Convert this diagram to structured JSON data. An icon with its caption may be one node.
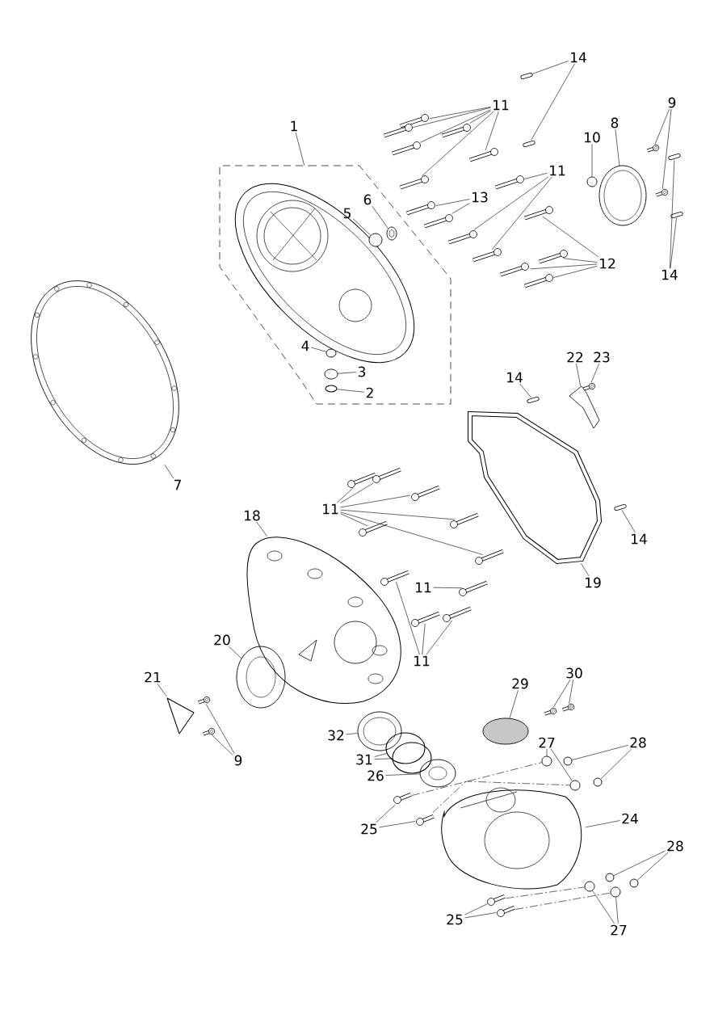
{
  "diagram": {
    "nodes": [
      {
        "text": [
          "14"
        ]
      },
      {
        "text": [
          "11"
        ]
      },
      {
        "text": [
          "9"
        ]
      },
      {
        "text": [
          "1"
        ]
      },
      {
        "text": [
          "8"
        ]
      },
      {
        "text": [
          "10"
        ]
      },
      {
        "text": [
          "11"
        ]
      },
      {
        "text": [
          "6"
        ],
        "in": 40
      },
      {
        "text": [
          "13"
        ]
      },
      {
        "text": [
          "5"
        ],
        "in": 40
      },
      {
        "text": [
          "12"
        ]
      },
      {
        "text": [
          "14"
        ]
      },
      {
        "text": [
          "4"
        ],
        "in": 40
      },
      {
        "text": [
          "23"
        ]
      },
      {
        "text": [
          "22"
        ]
      },
      {
        "text": [
          "3"
        ],
        "in": 40
      },
      {
        "text": [
          "14"
        ]
      },
      {
        "text": [
          "2"
        ],
        "in": 40
      },
      {
        "text": [
          "7"
        ]
      },
      {
        "text": [
          "11"
        ]
      },
      {
        "text": [
          "18"
        ]
      },
      {
        "text": [
          "14"
        ]
      },
      {
        "text": [
          "19"
        ]
      },
      {
        "text": [
          "11"
        ]
      },
      {
        "text": [
          "20"
        ]
      },
      {
        "text": [
          "11"
        ]
      },
      {
        "text": [
          "30"
        ]
      },
      {
        "text": [
          "21"
        ]
      },
      {
        "text": [
          "29"
        ]
      },
      {
        "text": [
          "32"
        ]
      },
      {
        "text": [
          "27"
        ]
      },
      {
        "text": [
          "28"
        ]
      },
      {
        "text": [
          "31"
        ]
      },
      {
        "text": [
          "9"
        ]
      },
      {
        "text": [
          "26"
        ]
      },
      {
        "text": [
          "24"
        ]
      },
      {
        "text": [
          "25"
        ]
      },
      {
        "text": [
          "28"
        ]
      },
      {
        "text": [
          "25"
        ]
      },
      {
        "text": [
          "27"
        ]
      },
      {
        "text": [],
        "shape": "box"
      },
      {
        "text": [],
        "shape": "picture"
      },
      {
        "text": [],
        "shape": "picture"
      },
      {
        "text": [],
        "shape": "picture"
      },
      {
        "text": [],
        "shape": "picture"
      },
      {
        "text": [],
        "shape": "picture"
      },
      {
        "text": [],
        "shape": "picture"
      },
      {
        "text": [],
        "shape": "picture"
      },
      {
        "text": [],
        "shape": "picture"
      },
      {
        "text": [],
        "shape": "picture"
      },
      {
        "text": [],
        "shape": "picture"
      },
      {
        "text": [],
        "shape": "circle"
      },
      {
        "text": [],
        "shape": "circle"
      },
      {
        "text": [],
        "shape": "picture"
      },
      {
        "text": [],
        "shape": "picture"
      },
      {
        "text": [],
        "shape": "picture"
      },
      {
        "text": [],
        "shape": "circle",
        "in": 40
      },
      {
        "text": [],
        "shape": "picture"
      },
      {
        "text": [],
        "shape": "picture"
      },
      {
        "text": [],
        "shape": "circle",
        "in": 40
      },
      {
        "text": [],
        "shape": "picture"
      },
      {
        "text": [],
        "shape": "picture"
      },
      {
        "text": [],
        "shape": "picture"
      },
      {
        "text": [],
        "shape": "picture"
      },
      {
        "text": [],
        "shape": "picture"
      },
      {
        "text": [],
        "shape": "picture"
      },
      {
        "text": [],
        "shape": "circle",
        "in": 40
      },
      {
        "text": [],
        "shape": "picture"
      },
      {
        "text": [],
        "shape": "picture"
      },
      {
        "text": [],
        "shape": "circle",
        "in": 40
      },
      {
        "text": [],
        "shape": "picture"
      },
      {
        "text": [],
        "shape": "circle",
        "in": 40
      },
      {
        "text": [],
        "shape": "picture"
      },
      {
        "text": [],
        "shape": "picture"
      },
      {
        "text": [],
        "shape": "picture"
      },
      {
        "text": [],
        "shape": "picture"
      },
      {
        "text": [],
        "shape": "picture"
      },
      {
        "text": [],
        "shape": "picture"
      },
      {
        "text": [],
        "shape": "picture"
      },
      {
        "text": [],
        "shape": "picture"
      },
      {
        "text": [],
        "shape": "picture"
      },
      {
        "text": [],
        "shape": "picture"
      },
      {
        "text": [],
        "shape": "picture"
      },
      {
        "text": [],
        "shape": "circle"
      },
      {
        "text": [],
        "shape": "picture"
      },
      {
        "text": [],
        "shape": "picture"
      },
      {
        "text": [],
        "shape": "picture"
      },
      {
        "text": [],
        "shape": "picture"
      },
      {
        "text": [],
        "shape": "picture"
      },
      {
        "text": [],
        "shape": "picture"
      },
      {
        "text": [],
        "shape": "circle"
      },
      {
        "text": [],
        "shape": "circle"
      },
      {
        "text": [],
        "shape": "circle"
      },
      {
        "text": [],
        "shape": "circle"
      },
      {
        "text": [],
        "shape": "circle"
      },
      {
        "text": [],
        "shape": "circle"
      },
      {
        "text": [],
        "shape": "circle"
      },
      {
        "text": [],
        "shape": "circle"
      },
      {
        "text": [],
        "shape": "picture"
      },
      {
        "text": [],
        "shape": "picture"
      },
      {
        "text": [],
        "shape": "circle"
      },
      {
        "text": [],
        "shape": "picture"
      },
      {
        "text": [],
        "shape": "picture"
      },
      {
        "text": [],
        "shape": "picture"
      },
      {
        "text": [],
        "shape": "circle"
      },
      {
        "text": [],
        "shape": "circle"
      },
      {
        "text": [],
        "shape": "picture"
      },
      {
        "text": [],
        "shape": "picture"
      },
      {
        "text": [],
        "shape": "circle"
      },
      {
        "text": [],
        "shape": "circle"
      }
    ],
    "edges": [
      {
        "from": 0,
        "to": 41,
        "arrow": "none"
      },
      {
        "from": 0,
        "to": 42,
        "arrow": "none"
      },
      {
        "from": 1,
        "to": 43,
        "arrow": "none"
      },
      {
        "from": 1,
        "to": 44,
        "arrow": "none"
      },
      {
        "from": 1,
        "to": 45,
        "arrow": "none"
      },
      {
        "from": 1,
        "to": 46,
        "arrow": "none"
      },
      {
        "from": 1,
        "to": 47,
        "arrow": "none"
      },
      {
        "from": 1,
        "to": 48,
        "arrow": "none"
      },
      {
        "from": 2,
        "to": 49,
        "arrow": "none"
      },
      {
        "from": 2,
        "to": 50,
        "arrow": "none"
      },
      {
        "from": 3,
        "to": 40,
        "arrow": "none"
      },
      {
        "from": 4,
        "to": 51,
        "arrow": "none"
      },
      {
        "from": 5,
        "to": 52,
        "arrow": "none"
      },
      {
        "from": 6,
        "to": 53,
        "arrow": "none"
      },
      {
        "from": 6,
        "to": 54,
        "arrow": "none"
      },
      {
        "from": 6,
        "to": 55,
        "arrow": "none"
      },
      {
        "from": 7,
        "to": 56,
        "arrow": "none"
      },
      {
        "from": 8,
        "to": 57,
        "arrow": "none"
      },
      {
        "from": 8,
        "to": 58,
        "arrow": "none"
      },
      {
        "from": 9,
        "to": 59,
        "arrow": "none"
      },
      {
        "from": 10,
        "to": 60,
        "arrow": "none"
      },
      {
        "from": 10,
        "to": 61,
        "arrow": "none"
      },
      {
        "from": 10,
        "to": 62,
        "arrow": "none"
      },
      {
        "from": 10,
        "to": 63,
        "arrow": "none"
      },
      {
        "from": 11,
        "to": 64,
        "arrow": "none"
      },
      {
        "from": 11,
        "to": 65,
        "arrow": "none"
      },
      {
        "from": 12,
        "to": 66,
        "arrow": "none"
      },
      {
        "from": 13,
        "to": 67,
        "arrow": "none"
      },
      {
        "from": 14,
        "to": 68,
        "arrow": "none"
      },
      {
        "from": 15,
        "to": 69,
        "arrow": "none"
      },
      {
        "from": 16,
        "to": 70,
        "arrow": "none"
      },
      {
        "from": 17,
        "to": 71,
        "arrow": "none"
      },
      {
        "from": 18,
        "to": 72,
        "arrow": "none"
      },
      {
        "from": 19,
        "to": 73,
        "arrow": "none"
      },
      {
        "from": 19,
        "to": 74,
        "arrow": "none"
      },
      {
        "from": 19,
        "to": 75,
        "arrow": "none"
      },
      {
        "from": 19,
        "to": 76,
        "arrow": "none"
      },
      {
        "from": 19,
        "to": 77,
        "arrow": "none"
      },
      {
        "from": 19,
        "to": 78,
        "arrow": "none"
      },
      {
        "from": 20,
        "to": 79,
        "arrow": "none"
      },
      {
        "from": 21,
        "to": 80,
        "arrow": "none"
      },
      {
        "from": 22,
        "to": 81,
        "arrow": "none"
      },
      {
        "from": 23,
        "to": 82,
        "arrow": "none"
      },
      {
        "from": 24,
        "to": 83,
        "arrow": "none"
      },
      {
        "from": 25,
        "to": 84,
        "arrow": "none"
      },
      {
        "from": 25,
        "to": 85,
        "arrow": "none"
      },
      {
        "from": 25,
        "to": 86,
        "arrow": "none"
      },
      {
        "from": 26,
        "to": 87,
        "arrow": "none"
      },
      {
        "from": 26,
        "to": 88,
        "arrow": "none"
      },
      {
        "from": 27,
        "to": 89,
        "arrow": "none"
      },
      {
        "from": 28,
        "to": 90,
        "arrow": "none"
      },
      {
        "from": 29,
        "to": 91,
        "arrow": "none"
      },
      {
        "from": 30,
        "to": 92,
        "arrow": "none"
      },
      {
        "from": 30,
        "to": 93,
        "arrow": "none"
      },
      {
        "from": 31,
        "to": 94,
        "arrow": "none"
      },
      {
        "from": 31,
        "to": 95,
        "arrow": "none"
      },
      {
        "from": 32,
        "to": 96,
        "arrow": "none"
      },
      {
        "from": 32,
        "to": 97,
        "arrow": "none"
      },
      {
        "from": 33,
        "to": 98,
        "arrow": "none"
      },
      {
        "from": 33,
        "to": 99,
        "arrow": "none"
      },
      {
        "from": 34,
        "to": 100,
        "arrow": "none"
      },
      {
        "from": 35,
        "to": 101,
        "arrow": "none"
      },
      {
        "from": 36,
        "to": 102,
        "arrow": "none"
      },
      {
        "from": 36,
        "to": 103,
        "arrow": "none"
      },
      {
        "from": 37,
        "to": 104,
        "arrow": "none"
      },
      {
        "from": 37,
        "to": 105,
        "arrow": "none"
      },
      {
        "from": 38,
        "to": 106,
        "arrow": "none"
      },
      {
        "from": 38,
        "to": 107,
        "arrow": "none"
      },
      {
        "from": 39,
        "to": 108,
        "arrow": "none"
      },
      {
        "from": 39,
        "to": 109,
        "arrow": "none"
      },
      {
        "from": 102,
        "to": 92,
        "arrow": "none",
        "style": "dashed"
      },
      {
        "from": 103,
        "to": 93,
        "arrow": "none",
        "style": "dashed"
      },
      {
        "from": 106,
        "to": 108,
        "arrow": "none",
        "style": "dashed"
      },
      {
        "from": 107,
        "to": 109,
        "arrow": "none",
        "style": "dashed"
      }
    ]
  }
}
